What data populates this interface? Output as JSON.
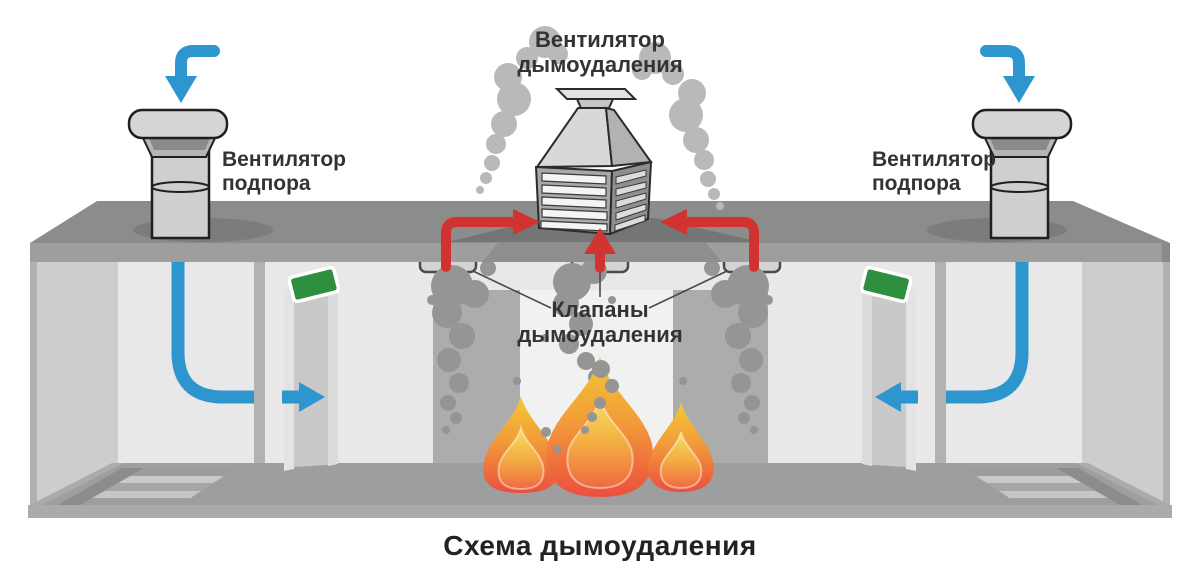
{
  "diagram": {
    "title": "Схема дымоудаления",
    "labels": {
      "exhaust_fan": {
        "line1": "Вентилятор",
        "line2": "дымоудаления"
      },
      "pressure_fan_left": {
        "line1": "Вентилятор",
        "line2": "подпора"
      },
      "pressure_fan_right": {
        "line1": "Вентилятор",
        "line2": "подпора"
      },
      "smoke_valves": {
        "line1": "Клапаны",
        "line2": "дымоудаления"
      }
    },
    "colors": {
      "airflow_blue": "#2e96cf",
      "smoke_red": "#d13331",
      "exit_green": "#2e8f3e",
      "smoke_light": "#b9b9b9",
      "smoke_dark": "#959595",
      "flame_yellow": "#f3ca33",
      "flame_orange": "#f29d39",
      "flame_red": "#eb4f3e",
      "label_text": "#333333"
    }
  }
}
